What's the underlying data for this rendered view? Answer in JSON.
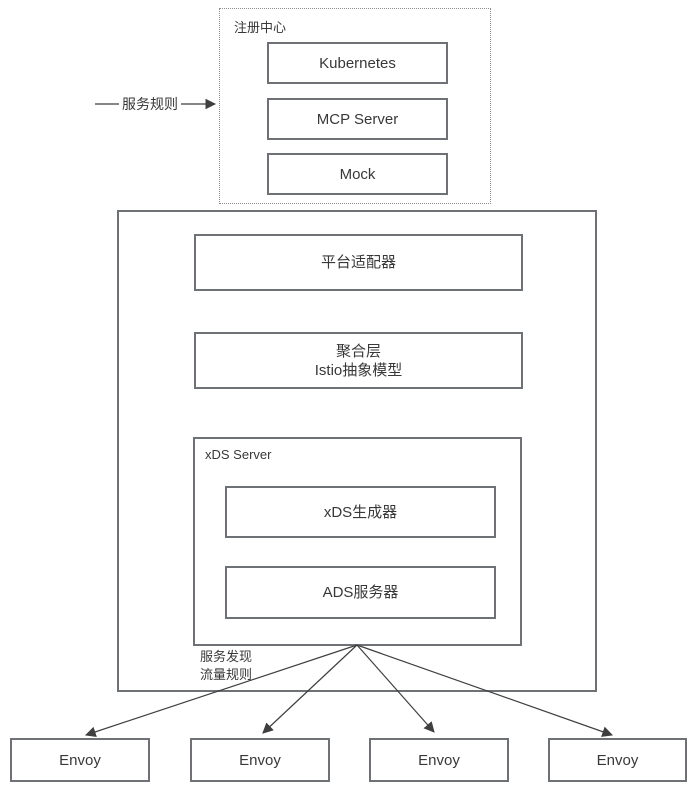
{
  "diagram": {
    "registry": {
      "title": "注册中心",
      "items": [
        {
          "label": "Kubernetes"
        },
        {
          "label": "MCP Server"
        },
        {
          "label": "Mock"
        }
      ]
    },
    "edges": {
      "service_rules_label": "服务规则",
      "discovery_label_line1": "服务发现",
      "discovery_label_line2": "流量规则"
    },
    "pilot": {
      "platform_adapter": "平台适配器",
      "aggregation_line1": "聚合层",
      "aggregation_line2": "Istio抽象模型",
      "xds_server": {
        "title": "xDS Server",
        "generator": "xDS生成器",
        "ads_server": "ADS服务器"
      }
    },
    "envoys": [
      {
        "label": "Envoy"
      },
      {
        "label": "Envoy"
      },
      {
        "label": "Envoy"
      },
      {
        "label": "Envoy"
      }
    ]
  },
  "colors": {
    "box_border": "#6e7276",
    "dotted_border": "#8c8c8c",
    "arrow": "#3f3f3f",
    "text": "#383838",
    "background": "#ffffff"
  }
}
